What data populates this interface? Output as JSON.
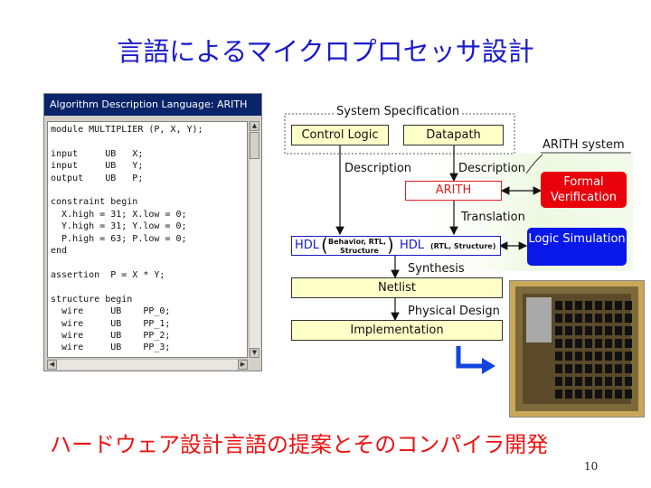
{
  "title": "言語によるマイクロプロセッサ設計",
  "subtitle": "ハードウェア設計言語の提案とそのコンパイラ開発",
  "page_number": "10",
  "code_window": {
    "title": "Algorithm Description Language: ARITH",
    "code": "module MULTIPLIER (P, X, Y);\n\ninput     UB   X;\ninput     UB   Y;\noutput    UB   P;\n\nconstraint begin\n  X.high = 31; X.low = 0;\n  Y.high = 31; Y.low = 0;\n  P.high = 63; P.low = 0;\nend\n\nassertion  P = X * Y;\n\nstructure begin\n  wire     UB    PP_0;\n  wire     UB    PP_1;\n  wire     UB    PP_2;\n  wire     UB    PP_3;"
  },
  "diagram": {
    "system_spec": "System Specification",
    "control_logic": "Control Logic",
    "datapath": "Datapath",
    "arith_system": "ARITH system",
    "description_left": "Description",
    "description_right": "Description",
    "arith": "ARITH",
    "formal_verification": "Formal Verification",
    "translation": "Translation",
    "hdl_left": "HDL",
    "hdl_left_note_1": "Behavior, RTL,",
    "hdl_left_note_2": "Structure",
    "hdl_right": "HDL",
    "hdl_right_note": "(RTL, Structure)",
    "logic_simulation": "Logic Simulation",
    "synthesis": "Synthesis",
    "netlist": "Netlist",
    "physical_design": "Physical Design",
    "implementation": "Implementation"
  },
  "colors": {
    "title": "#1a1acc",
    "subtitle": "#ee1111",
    "formal_verification_box": "#e8000a",
    "logic_simulation_box": "#0818e8",
    "box_fill": "#ffffc8",
    "arrow_blue": "#1144dd"
  }
}
